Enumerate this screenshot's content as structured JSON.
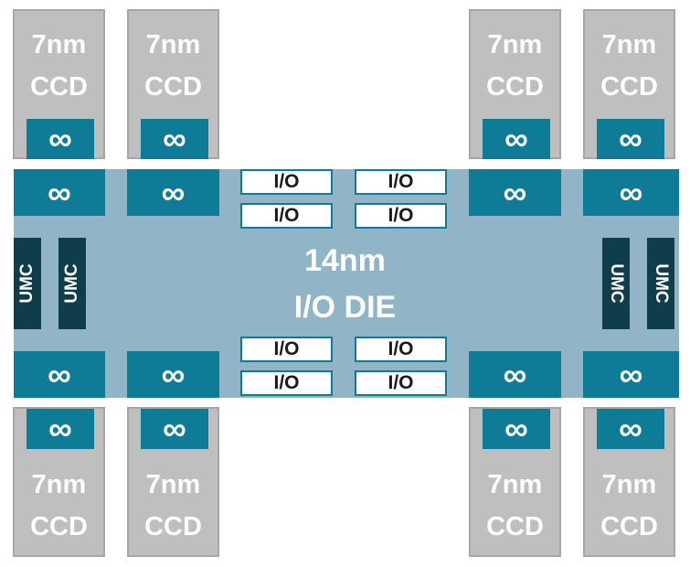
{
  "ccd": {
    "line1": "7nm",
    "line2": "CCD"
  },
  "infinity_fabric_symbol": "∞",
  "io_label": "I/O",
  "umc_label": "UMC",
  "die": {
    "line1": "14nm",
    "line2": "I/O DIE"
  },
  "colors": {
    "ccd_fill": "#bfbfbf",
    "link_fill": "#0e7c96",
    "die_fill": "#92b4c7",
    "umc_fill": "#0f3d4a",
    "text_light": "#ffffff"
  }
}
